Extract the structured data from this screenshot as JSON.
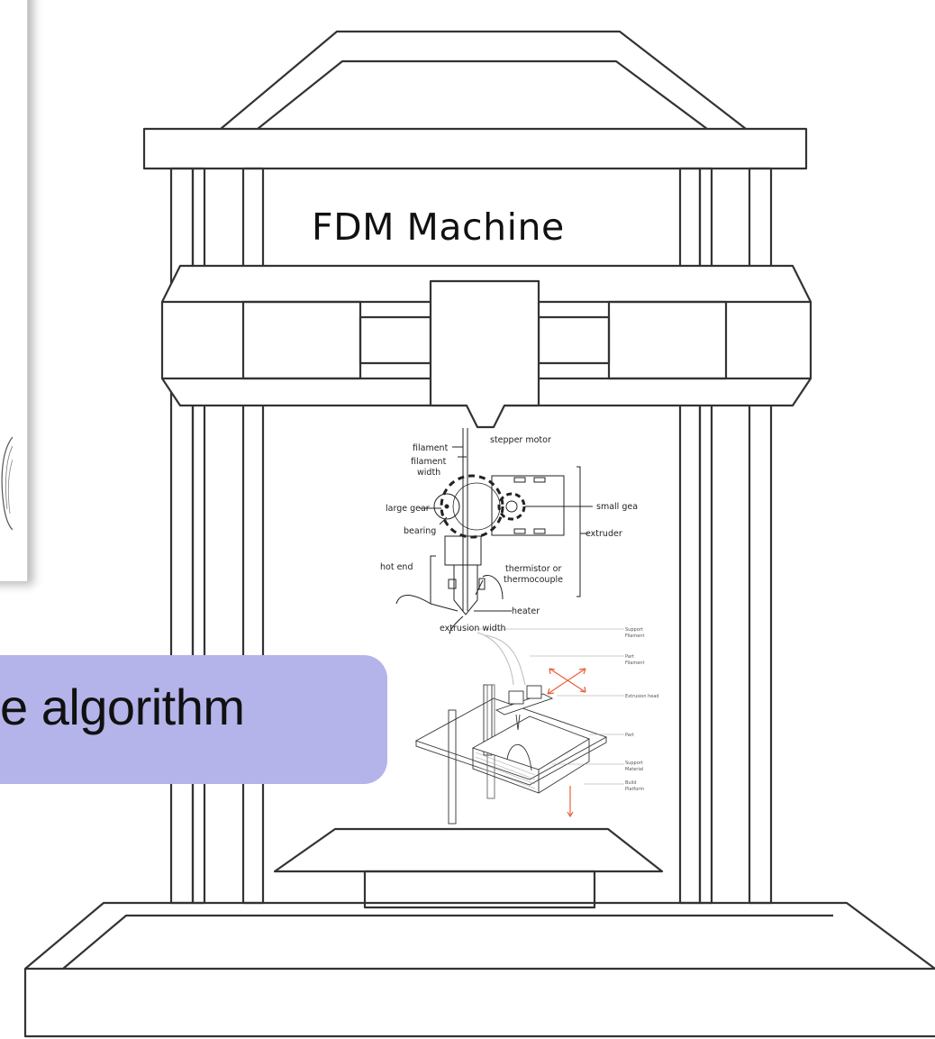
{
  "figure": {
    "machine_title": "FDM Machine",
    "pill_text": "e algorithm",
    "extruder_labels": {
      "filament": "filament",
      "filament_width_1": "filament",
      "filament_width_2": "width",
      "stepper_motor": "stepper motor",
      "large_gear": "large gear",
      "small_gear": "small gea",
      "bearing": "bearing",
      "extruder": "extruder",
      "hot_end": "hot end",
      "thermistor_1": "thermistor or",
      "thermistor_2": "thermocouple",
      "heater": "heater",
      "extrusion_width": "extrusion width"
    },
    "process_labels": {
      "support_filament_1": "Support",
      "support_filament_2": "Filament",
      "part_filament_1": "Part",
      "part_filament_2": "Filament",
      "extrusion_head": "Extrusion head",
      "part": "Part",
      "support_material_1": "Support",
      "support_material_2": "Material",
      "build_platform_1": "Build",
      "build_platform_2": "Platform"
    },
    "colors": {
      "pill": "#b4b4ea",
      "arrow_accent": "#e8603c",
      "line": "#222222"
    }
  }
}
